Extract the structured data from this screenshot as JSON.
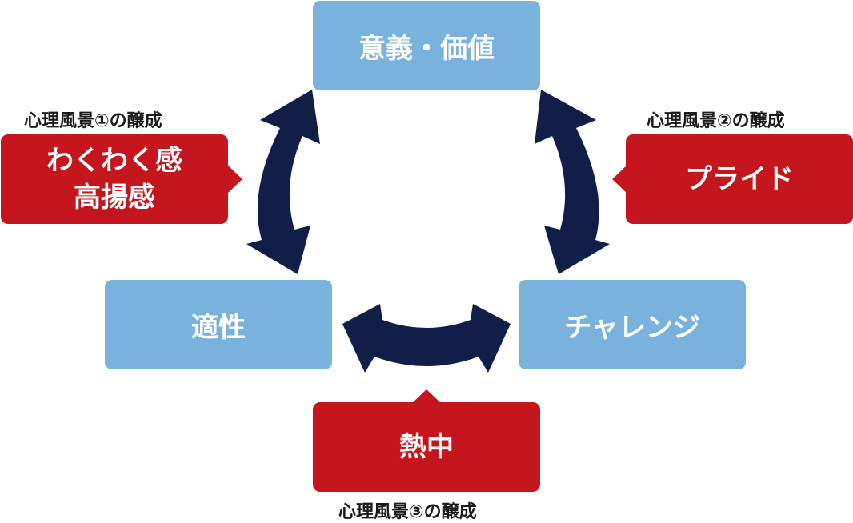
{
  "nodes": {
    "top": "意義・価値",
    "left": "適性",
    "right": "チャレンジ"
  },
  "callouts": {
    "left": {
      "lines": [
        "わくわく感",
        "高揚感"
      ],
      "caption": "心理風景①の醸成"
    },
    "right": {
      "lines": [
        "プライド"
      ],
      "caption": "心理風景②の醸成"
    },
    "bottom": {
      "lines": [
        "熱中"
      ],
      "caption": "心理風景③の醸成"
    }
  },
  "colors": {
    "node": "#79b2dd",
    "callout": "#c5161d",
    "arrow": "#111e48"
  }
}
